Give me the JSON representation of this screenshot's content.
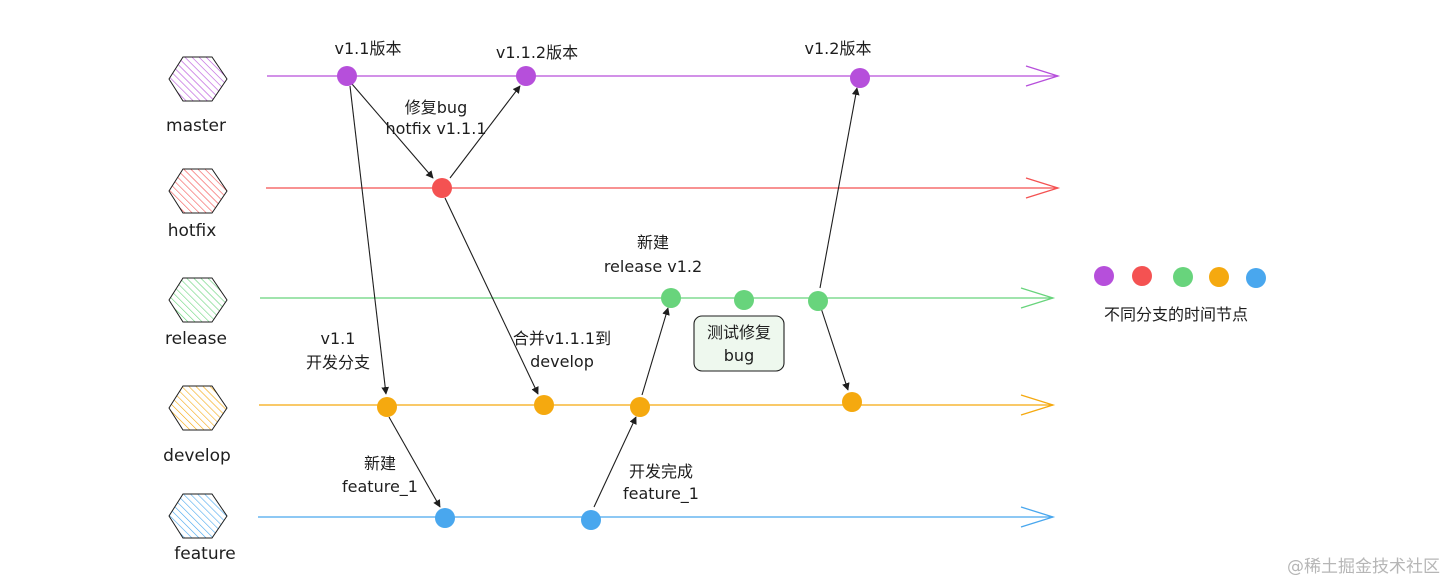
{
  "colors": {
    "master": "#b64fdb",
    "hotfix": "#f45252",
    "release": "#68d47c",
    "develop": "#f5a90f",
    "feature": "#49a7ee",
    "arrow": "#1e1e1e",
    "note_box_fill": "#eef8ee"
  },
  "branches": [
    {
      "id": "master",
      "label": "master",
      "color": "#b64fdb"
    },
    {
      "id": "hotfix",
      "label": "hotfix",
      "color": "#f45252"
    },
    {
      "id": "release",
      "label": "release",
      "color": "#68d47c"
    },
    {
      "id": "develop",
      "label": "develop",
      "color": "#f5a90f"
    },
    {
      "id": "feature",
      "label": "feature",
      "color": "#49a7ee"
    }
  ],
  "annotations": {
    "v11": "v1.1版本",
    "v112": "v1.1.2版本",
    "v12": "v1.2版本",
    "hotfix_line1": "修复bug",
    "hotfix_line2": "hotfix v1.1.1",
    "release_line1": "新建",
    "release_line2": "release v1.2",
    "test_fix_line1": "测试修复",
    "test_fix_line2": "bug",
    "dev_branch_line1": "v1.1",
    "dev_branch_line2": "开发分支",
    "merge_line1": "合并v1.1.1到",
    "merge_line2": "develop",
    "new_feature_line1": "新建",
    "new_feature_line2": "feature_1",
    "feature_done_line1": "开发完成",
    "feature_done_line2": "feature_1"
  },
  "legend": {
    "label": "不同分支的时间节点",
    "dots": [
      "#b64fdb",
      "#f45252",
      "#68d47c",
      "#f5a90f",
      "#49a7ee"
    ]
  },
  "watermark": "@稀土掘金技术社区"
}
